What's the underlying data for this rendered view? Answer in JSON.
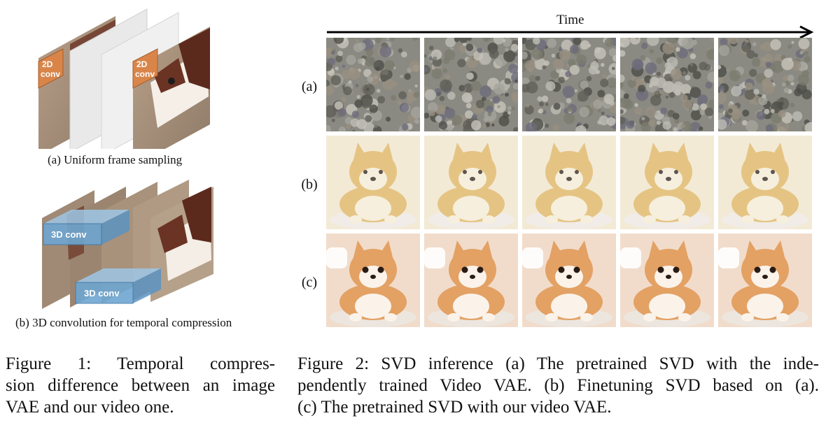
{
  "figure1": {
    "sub_a_caption": "(a) Uniform frame sampling",
    "sub_b_caption": "(b) 3D convolution for temporal compression",
    "conv2d_label_line1": "2D",
    "conv2d_label_line2": "conv",
    "conv3d_label": "3D conv",
    "caption_line1": "Figure 1:  Temporal compres-",
    "caption_line2": "sion difference between an image",
    "caption_line3": "VAE and our video one."
  },
  "figure2": {
    "time_label": "Time",
    "row_labels": [
      "(a)",
      "(b)",
      "(c)"
    ],
    "frames_per_row": 5,
    "row_contents": [
      "noisy-texture-frame",
      "blurry-shiba-frame",
      "clean-shiba-frame"
    ],
    "caption_line1": "Figure 2: SVD inference (a) The pretrained SVD with the inde-",
    "caption_line2": "pendently trained Video VAE. (b) Finetuning SVD based on (a).",
    "caption_line3": "(c) The pretrained SVD with our video VAE."
  },
  "colors": {
    "conv2d": "#d9854a",
    "conv3d": "#6fa6d1",
    "dog_brown": "#6b3324",
    "shiba_orange": "#e3a164",
    "background_peach": "#f1dccb"
  }
}
